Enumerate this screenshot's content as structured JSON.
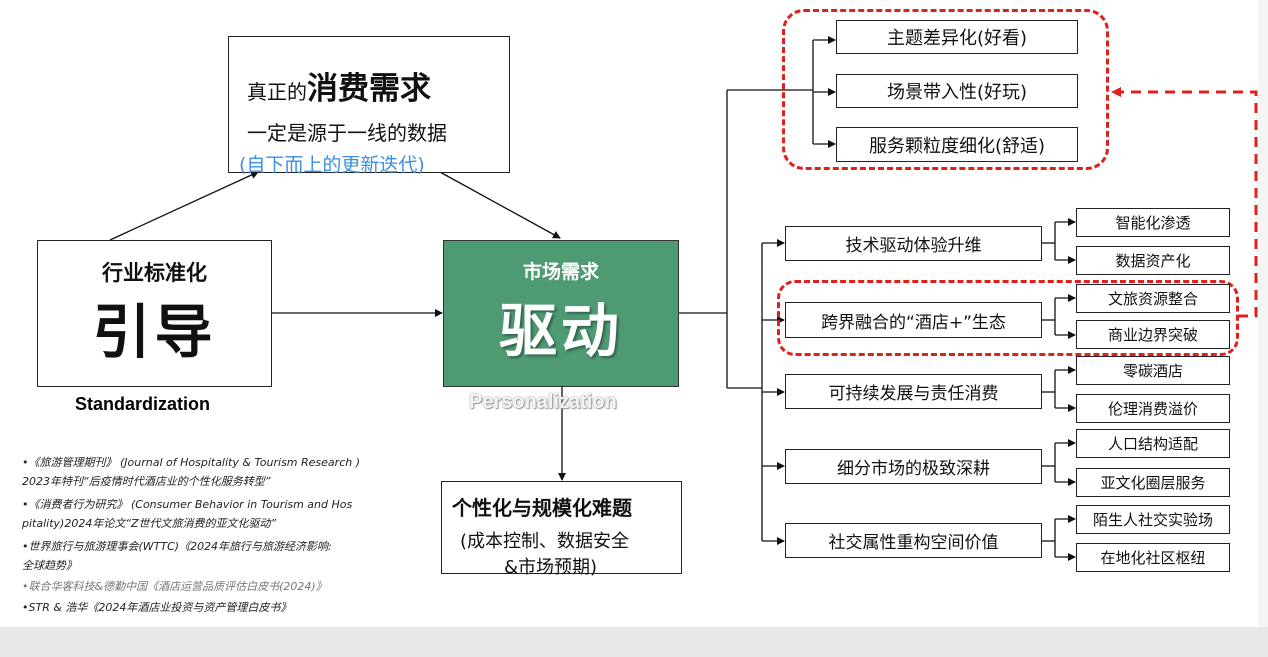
{
  "consumer_box": {
    "line1_small": "真正的",
    "line1_big": "消费需求",
    "line2": "一定是源于一线的数据",
    "line3": "(自下而上的更新迭代)"
  },
  "standardization_box": {
    "title": "行业标准化",
    "big": "引导",
    "english": "Standardization"
  },
  "market_box": {
    "title": "市场需求",
    "big": "驱动",
    "english": "Personalization"
  },
  "challenge_box": {
    "title": "个性化与规模化难题",
    "line2": "(成本控制、数据安全",
    "line3": "&市场预期)"
  },
  "top_group": [
    "主题差异化(好看)",
    "场景带入性(好玩)",
    "服务颗粒度细化(舒适)"
  ],
  "branches": [
    {
      "label": "技术驱动体验升维",
      "children": [
        "智能化渗透",
        "数据资产化"
      ]
    },
    {
      "label": "跨界融合的“酒店+”生态",
      "children": [
        "文旅资源整合",
        "商业边界突破"
      ]
    },
    {
      "label": "可持续发展与责任消费",
      "children": [
        "零碳酒店",
        "伦理消费溢价"
      ]
    },
    {
      "label": "细分市场的极致深耕",
      "children": [
        "人口结构适配",
        "亚文化圈层服务"
      ]
    },
    {
      "label": "社交属性重构空间价值",
      "children": [
        "陌生人社交实验场",
        "在地化社区枢纽"
      ]
    }
  ],
  "references": [
    "•《旅游管理期刊》 (Journal of Hospitality & Tourism Research )",
    "2023年特刊“后疫情时代酒店业的个性化服务转型”",
    "•《消费者行为研究》 (Consumer Behavior in Tourism and Hos",
    "pitality)2024年论文“Z世代文旅消费的亚文化驱动”",
    "•世界旅行与旅游理事会(WTTC)《2024年旅行与旅游经济影响:",
    "全球趋势》",
    "•联合华客科技&德勤中国《酒店运营品质评估白皮书(2024)》",
    "•STR & 浩华《2024年酒店业投资与资产管理白皮书》"
  ],
  "colors": {
    "market_fill": "#4e9a72",
    "dashed_red": "#e0201a",
    "subtitle_blue": "#3d8fe0"
  }
}
